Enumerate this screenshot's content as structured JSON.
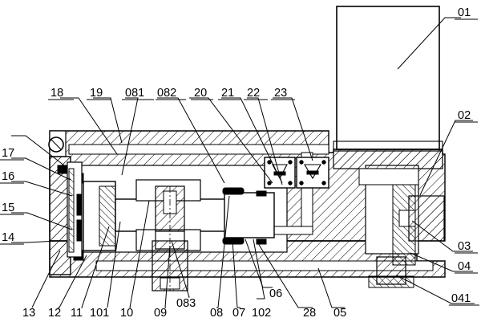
{
  "diagram": {
    "type": "mechanical-section-drawing",
    "labels": {
      "p01": "01",
      "p02": "02",
      "p03": "03",
      "p04": "04",
      "p041": "041",
      "p05": "05",
      "p06": "06",
      "p07": "07",
      "p08": "08",
      "p081": "081",
      "p082": "082",
      "p083": "083",
      "p09": "09",
      "p10": "10",
      "p101": "101",
      "p102": "102",
      "p11": "11",
      "p12": "12",
      "p13": "13",
      "p14": "14",
      "p15": "15",
      "p16": "16",
      "p17": "17",
      "p18": "18",
      "p19": "19",
      "p20": "20",
      "p21": "21",
      "p22": "22",
      "p23": "23",
      "p28": "28"
    }
  }
}
